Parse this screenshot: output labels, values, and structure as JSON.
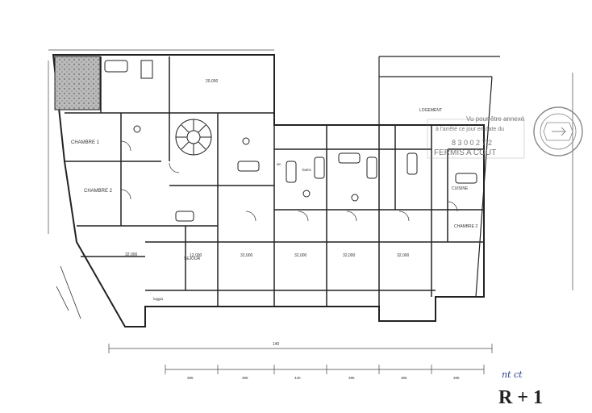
{
  "stamp": {
    "line1": "Vu pour être annexé",
    "line2": "à l'arrêté ce jour en date du",
    "number": "8 3    0 0 2 7 2",
    "word": "FERMIS A COUT"
  },
  "rooms": {
    "chambre_1": "CHAMBRE 1",
    "chambre_2": "CHAMBRE 2",
    "sejour": "SEJOUR",
    "cuisine": "CUISINE",
    "chambre_right": "CHAMBRE 2",
    "logement": "LOGEMENT",
    "bains": "bains",
    "wc": "wc",
    "loggia": "loggia"
  },
  "areas": {
    "a1": "32,000",
    "a2": "12,000",
    "a3": "32,000",
    "a4": "32,000",
    "a5": "32,000",
    "a6": "32,000",
    "a7": "20,000"
  },
  "dims": {
    "total": "140",
    "d1": "395",
    "d2": "395",
    "d3": "440",
    "d4": "395",
    "d5": "395",
    "d6": "395"
  },
  "level_label": "R + 1",
  "signature": "nt ct"
}
